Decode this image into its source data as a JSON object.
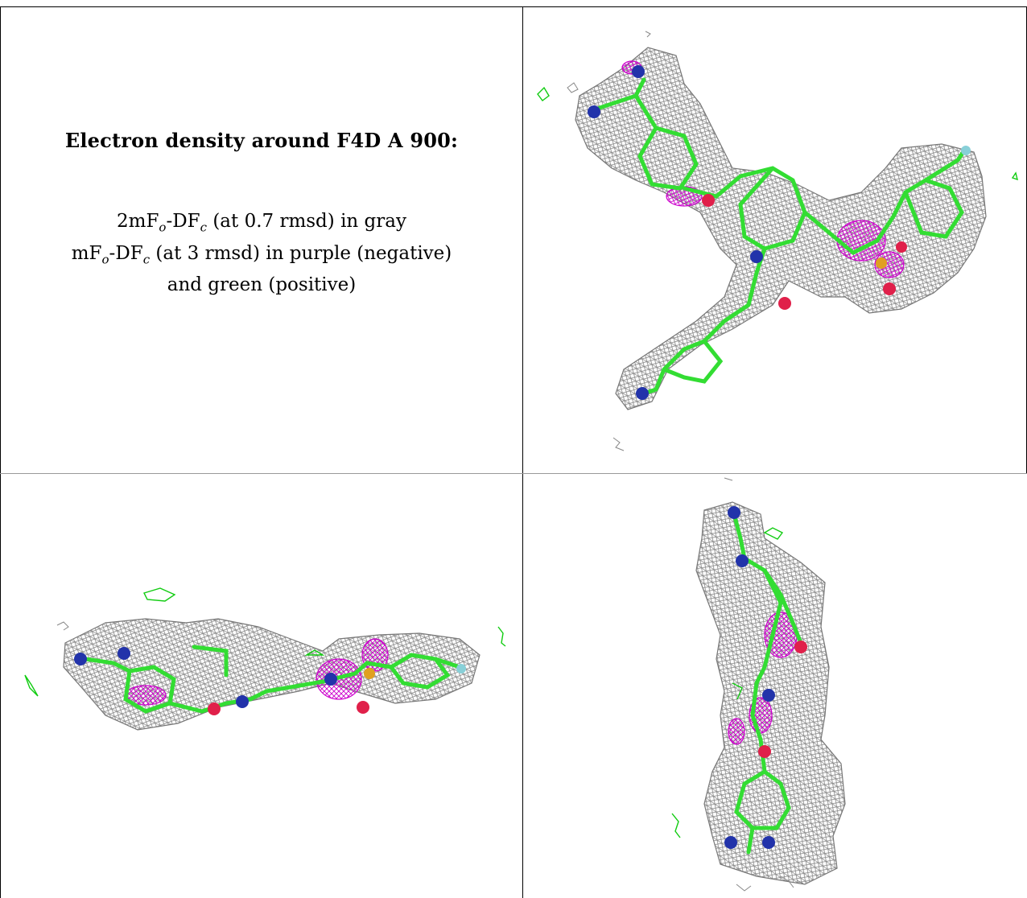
{
  "caption": {
    "title": "Electron density around F4D A 900:",
    "line1": {
      "a": "2mF",
      "a_sub": "o",
      "b": "-DF",
      "b_sub": "c",
      "rest": " (at 0.7 rmsd) in gray"
    },
    "line2": {
      "a": "mF",
      "a_sub": "o",
      "b": "-DF",
      "b_sub": "c",
      "rest": " (at 3 rmsd) in purple (negative)"
    },
    "line3": "and green (positive)"
  },
  "colors": {
    "mesh": "#8a8a8a",
    "carbon": "#33dd33",
    "nitrogen": "#2233aa",
    "oxygen": "#e0204a",
    "sulfur": "#e0a020",
    "fluorine": "#88d0d8",
    "negative": "#cc00cc",
    "positive": "#11cc11"
  },
  "panels": [
    {
      "name": "view-top-right"
    },
    {
      "name": "view-bottom-left"
    },
    {
      "name": "view-bottom-right"
    }
  ]
}
